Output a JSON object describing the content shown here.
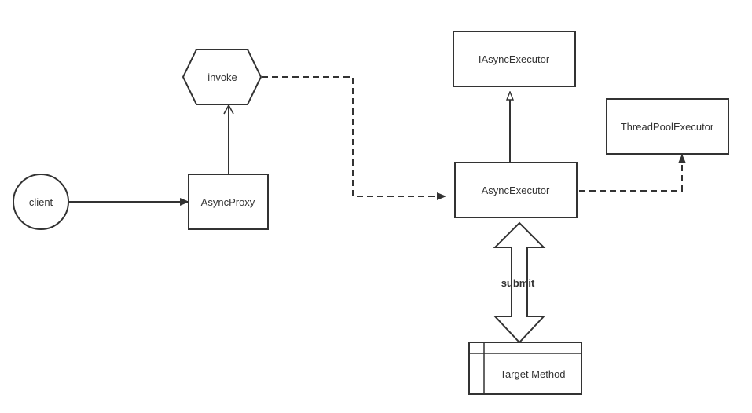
{
  "diagram": {
    "nodes": {
      "client": {
        "label": "client",
        "shape": "circle"
      },
      "invoke": {
        "label": "invoke",
        "shape": "hexagon"
      },
      "async_proxy": {
        "label": "AsyncProxy",
        "shape": "rectangle"
      },
      "iasync_executor": {
        "label": "IAsyncExecutor",
        "shape": "rectangle"
      },
      "thread_pool_executor": {
        "label": "ThreadPoolExecutor",
        "shape": "rectangle"
      },
      "async_executor": {
        "label": "AsyncExecutor",
        "shape": "rectangle"
      },
      "target_method": {
        "label": "Target Method",
        "shape": "class-box"
      }
    },
    "edges": [
      {
        "from": "client",
        "to": "async_proxy",
        "style": "solid",
        "arrow": "filled"
      },
      {
        "from": "async_proxy",
        "to": "invoke",
        "style": "solid",
        "arrow": "open"
      },
      {
        "from": "invoke",
        "to": "async_executor",
        "style": "dashed",
        "arrow": "filled"
      },
      {
        "from": "async_executor",
        "to": "iasync_executor",
        "style": "solid",
        "arrow": "hollow-triangle"
      },
      {
        "from": "async_executor",
        "to": "thread_pool_executor",
        "style": "dashed",
        "arrow": "filled"
      },
      {
        "from": "async_executor",
        "to": "target_method",
        "style": "double-arrow",
        "label": "submit"
      }
    ],
    "colors": {
      "stroke": "#333333",
      "background": "#ffffff"
    }
  }
}
